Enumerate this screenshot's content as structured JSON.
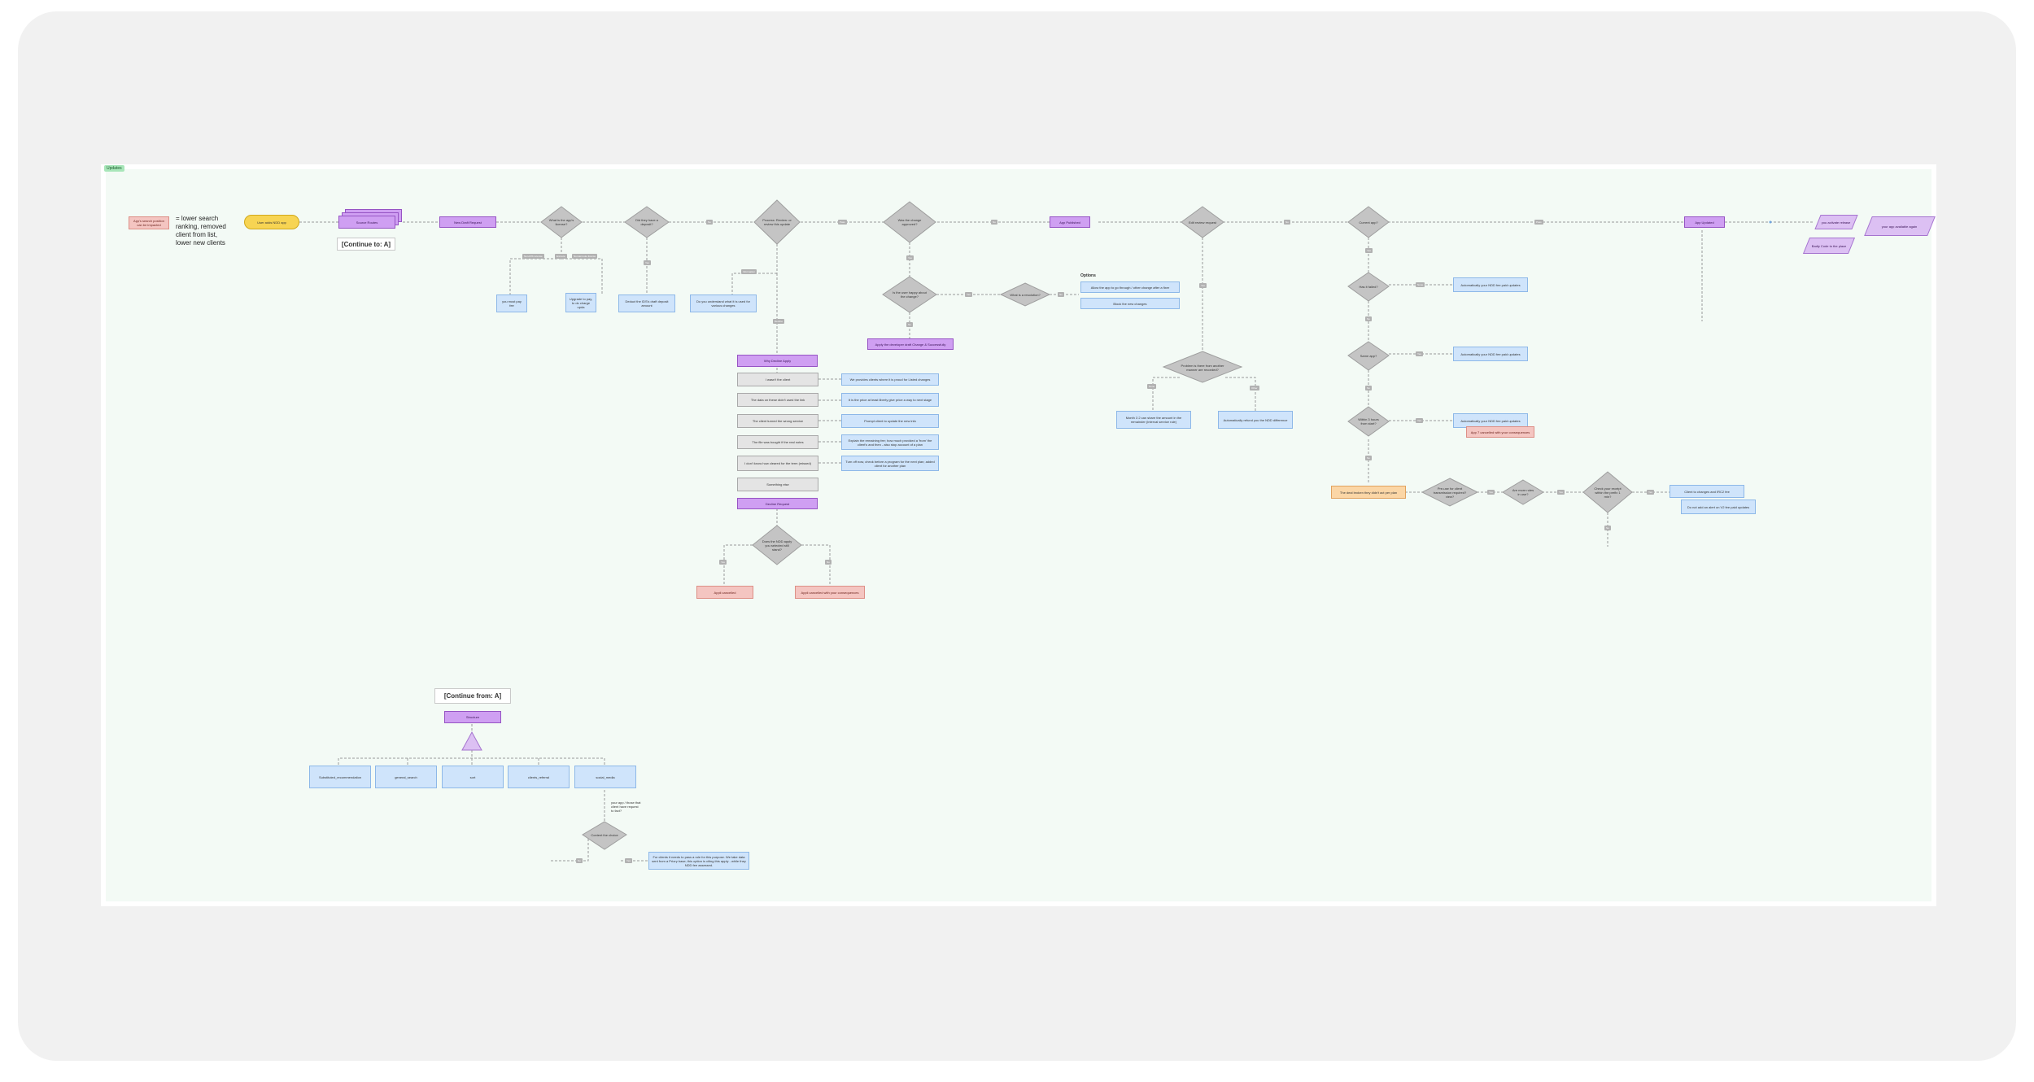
{
  "frame": {
    "label": "Updates"
  },
  "legend": {
    "swatch": "App's search position can be impacted",
    "text": "= lower search ranking, removed client from list, lower new clients"
  },
  "start": {
    "label": "User adds NDD app"
  },
  "stack": {
    "label": "Source Routes"
  },
  "continue_to": "[Continue to: A]",
  "continue_from": "[Continue from: A]",
  "main": {
    "new_draft": "New Draft Request",
    "d1": "What is the app's license?",
    "d1_tags": [
      "Non-IDS License",
      "Enroute",
      "Non-Enroute license"
    ],
    "d1_blue1": "you must pay fee",
    "d1_blue2": "Upgrade to pay, to do charge upda",
    "d2": "Did they have a deposit?",
    "d2_tag": "Yes",
    "d2_blue": "Deduct the IDS's draft deposit amount",
    "tag_a": "No",
    "d3": "Process: Review: or review this update",
    "d3_tag": "Information",
    "d3_blue": "Do you understand what it is used for various changes",
    "d3_tag2": "Decline",
    "tag_b": "Pass",
    "d4": "Was the change approved?",
    "tag_c": "Yes",
    "tag_d": "No",
    "app_published": "App Published",
    "d4b": "Is the user happy about the change?",
    "d4b_tag": "Yes",
    "d4b_tag2": "No",
    "d4c": "What is a resolution?",
    "d4c_tag": "No",
    "options_title": "Options",
    "option1": "Allow the app to go through / other change after a fixer",
    "option2": "Block the new changes",
    "purple_bar": "Apply the developer draft Change & Successfully",
    "d5": "Edit review request",
    "d5_tag": "Yes",
    "d5_tag2": "No",
    "d5b": "Problem is there from another manner are recorded?",
    "d5b_tag1": "None",
    "d5b_tag2": "Other",
    "d5b_blue1": "Month 3 2 can share the amount in the remainder (interval service rule)",
    "d5b_blue2": "Automatically refund you the NDD difference",
    "d6": "Current app?",
    "d6_tag": "Yes",
    "d6b": "Has it failed?",
    "d6b_tag": "None",
    "d6b_blue": "Automatically your NDD fee paid updates",
    "d6b_tag2": "No",
    "d6c": "Same app?",
    "d6c_tag": "Yes",
    "d6c_blue": "Automatically your NDD fee paid updates",
    "d6c_tag2": "No",
    "d6d": "Within 3 hours from start?",
    "d6d_tag": "Yes",
    "d6d_blue": "Automatically your NDD fee paid updates",
    "d6d_pink": "App 7 cancelled with your consequences",
    "d6d_tag2": "No",
    "orange": "The deal broken they didn't act per plan",
    "d7": "Pre-use for client transmission required? view?",
    "d7_tag": "Yes",
    "d8": "Are more rules in use?",
    "d8_tag": "Yes",
    "d9": "Check your receipt within the prefix 1 min?",
    "d9_tag": "Yes",
    "d9_tag2": "No",
    "d9_blue1": "Client to changes and IRC2 fee",
    "d9_blue2": "Do not add an alert on V2 fee paid updates",
    "app_updated": "App Updated",
    "tag_e": "Pass",
    "para1": "you activate release",
    "para2": "Badly Code to the place",
    "para3": "your app available again",
    "why_title": "Why Decline Apply",
    "reasons": [
      "I wasn't the client",
      "The data on these didn't used the link",
      "The client turned the wrong service",
      "The file was bought if the real notes",
      "I don't know how cleared for the term (missed)",
      "Something else"
    ],
    "reason_answers": [
      "We provides clients where it is proud for Listed changes",
      "It is the price at least liberty give price a way to next stage",
      "Prompt client to update the new info",
      "Explain the remaining fee; how much provided a 'from' the client's and then - also stop account of a plan",
      "Turn off now, check before a program for the next plan; added client for another plan"
    ],
    "decline_request": "Decline Request",
    "d10": "Does the NDD apply you selected still stand?",
    "d10_tag1": "Yes",
    "d10_tag2": "No",
    "d10_pink1": "Appli cancelled",
    "d10_pink2": "Appli cancelled with your consequences"
  },
  "bottom": {
    "purple": "Structure",
    "boxes": [
      "Substituted_recommendation",
      "general_search",
      "sort",
      "clients_referral",
      "social_media"
    ],
    "note": "your app / those that client have request to fact?",
    "diamond": "Content the choice",
    "tag1": "No",
    "tag2": "Yes",
    "blue": "For clients it needs to pass a rule for this purpose. We take data sent from a Priory base; this option is citing this apply - while they NDD fee assessed."
  },
  "colors": {
    "outer": "#f1f1f1",
    "canvas": "#f3faf5",
    "blue_node": "#cfe4fb",
    "gray_node": "#e4e4e4",
    "purple_node": "#cf9ff2",
    "pink_node": "#f4c5c1",
    "orange_node": "#fbd6a6",
    "start_node": "#f7d453",
    "diamond": "#c4c4c4"
  }
}
